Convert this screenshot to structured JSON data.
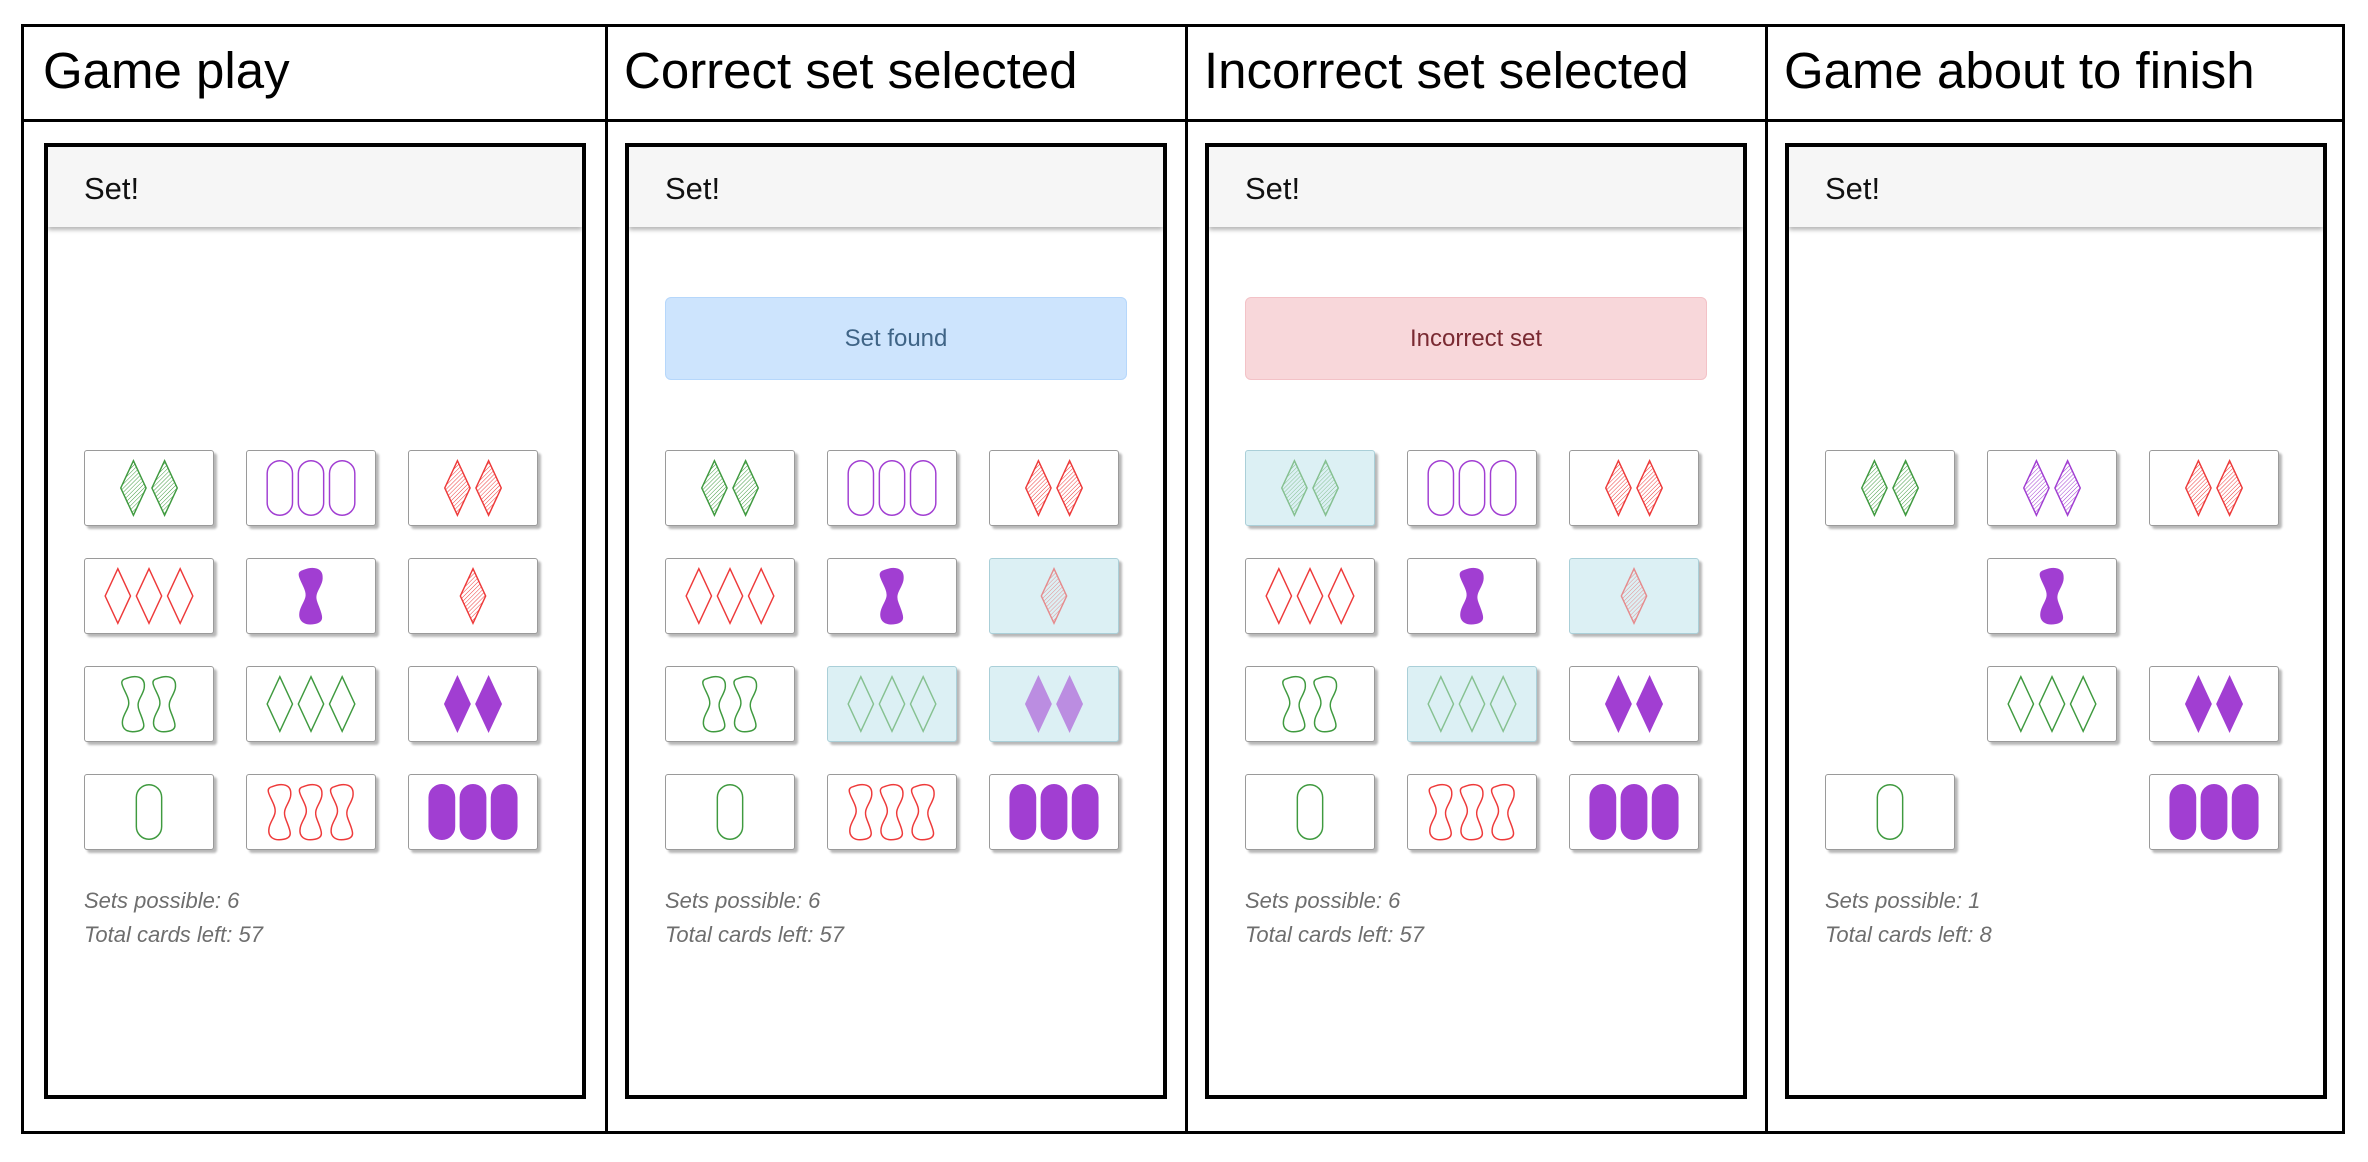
{
  "colors": {
    "green": "#3f9a3f",
    "red": "#ee3a3a",
    "purple": "#a13ed2"
  },
  "panels": [
    {
      "caption": "Game play",
      "app_title": "Set!",
      "alert": null,
      "cards": [
        {
          "count": 2,
          "shape": "diamond",
          "color": "green",
          "fill": "striped",
          "selected": false
        },
        {
          "count": 3,
          "shape": "oval",
          "color": "purple",
          "fill": "empty",
          "selected": false
        },
        {
          "count": 2,
          "shape": "diamond",
          "color": "red",
          "fill": "striped",
          "selected": false
        },
        {
          "count": 3,
          "shape": "diamond",
          "color": "red",
          "fill": "empty",
          "selected": false
        },
        {
          "count": 1,
          "shape": "squiggle",
          "color": "purple",
          "fill": "solid",
          "selected": false
        },
        {
          "count": 1,
          "shape": "diamond",
          "color": "red",
          "fill": "striped",
          "selected": false
        },
        {
          "count": 2,
          "shape": "squiggle",
          "color": "green",
          "fill": "empty",
          "selected": false
        },
        {
          "count": 3,
          "shape": "diamond",
          "color": "green",
          "fill": "empty",
          "selected": false
        },
        {
          "count": 2,
          "shape": "diamond",
          "color": "purple",
          "fill": "solid",
          "selected": false
        },
        {
          "count": 1,
          "shape": "oval",
          "color": "green",
          "fill": "empty",
          "selected": false
        },
        {
          "count": 3,
          "shape": "squiggle",
          "color": "red",
          "fill": "empty",
          "selected": false
        },
        {
          "count": 3,
          "shape": "oval",
          "color": "purple",
          "fill": "solid",
          "selected": false
        }
      ],
      "sets_possible": "Sets possible: 6",
      "cards_left": "Total cards left: 57"
    },
    {
      "caption": "Correct set selected",
      "app_title": "Set!",
      "alert": {
        "type": "success",
        "text": "Set found"
      },
      "cards": [
        {
          "count": 2,
          "shape": "diamond",
          "color": "green",
          "fill": "striped",
          "selected": false
        },
        {
          "count": 3,
          "shape": "oval",
          "color": "purple",
          "fill": "empty",
          "selected": false
        },
        {
          "count": 2,
          "shape": "diamond",
          "color": "red",
          "fill": "striped",
          "selected": false
        },
        {
          "count": 3,
          "shape": "diamond",
          "color": "red",
          "fill": "empty",
          "selected": false
        },
        {
          "count": 1,
          "shape": "squiggle",
          "color": "purple",
          "fill": "solid",
          "selected": false
        },
        {
          "count": 1,
          "shape": "diamond",
          "color": "red",
          "fill": "striped",
          "selected": true
        },
        {
          "count": 2,
          "shape": "squiggle",
          "color": "green",
          "fill": "empty",
          "selected": false
        },
        {
          "count": 3,
          "shape": "diamond",
          "color": "green",
          "fill": "empty",
          "selected": true
        },
        {
          "count": 2,
          "shape": "diamond",
          "color": "purple",
          "fill": "solid",
          "selected": true
        },
        {
          "count": 1,
          "shape": "oval",
          "color": "green",
          "fill": "empty",
          "selected": false
        },
        {
          "count": 3,
          "shape": "squiggle",
          "color": "red",
          "fill": "empty",
          "selected": false
        },
        {
          "count": 3,
          "shape": "oval",
          "color": "purple",
          "fill": "solid",
          "selected": false
        }
      ],
      "sets_possible": "Sets possible: 6",
      "cards_left": "Total cards left: 57"
    },
    {
      "caption": "Incorrect set selected",
      "app_title": "Set!",
      "alert": {
        "type": "error",
        "text": "Incorrect set"
      },
      "cards": [
        {
          "count": 2,
          "shape": "diamond",
          "color": "green",
          "fill": "striped",
          "selected": true
        },
        {
          "count": 3,
          "shape": "oval",
          "color": "purple",
          "fill": "empty",
          "selected": false
        },
        {
          "count": 2,
          "shape": "diamond",
          "color": "red",
          "fill": "striped",
          "selected": false
        },
        {
          "count": 3,
          "shape": "diamond",
          "color": "red",
          "fill": "empty",
          "selected": false
        },
        {
          "count": 1,
          "shape": "squiggle",
          "color": "purple",
          "fill": "solid",
          "selected": false
        },
        {
          "count": 1,
          "shape": "diamond",
          "color": "red",
          "fill": "striped",
          "selected": true
        },
        {
          "count": 2,
          "shape": "squiggle",
          "color": "green",
          "fill": "empty",
          "selected": false
        },
        {
          "count": 3,
          "shape": "diamond",
          "color": "green",
          "fill": "empty",
          "selected": true
        },
        {
          "count": 2,
          "shape": "diamond",
          "color": "purple",
          "fill": "solid",
          "selected": false
        },
        {
          "count": 1,
          "shape": "oval",
          "color": "green",
          "fill": "empty",
          "selected": false
        },
        {
          "count": 3,
          "shape": "squiggle",
          "color": "red",
          "fill": "empty",
          "selected": false
        },
        {
          "count": 3,
          "shape": "oval",
          "color": "purple",
          "fill": "solid",
          "selected": false
        }
      ],
      "sets_possible": "Sets possible: 6",
      "cards_left": "Total cards left: 57"
    },
    {
      "caption": "Game about to finish",
      "app_title": "Set!",
      "alert": null,
      "cards": [
        {
          "count": 2,
          "shape": "diamond",
          "color": "green",
          "fill": "striped",
          "selected": false
        },
        {
          "count": 2,
          "shape": "diamond",
          "color": "purple",
          "fill": "striped",
          "selected": false
        },
        {
          "count": 2,
          "shape": "diamond",
          "color": "red",
          "fill": "striped",
          "selected": false
        },
        null,
        {
          "count": 1,
          "shape": "squiggle",
          "color": "purple",
          "fill": "solid",
          "selected": false
        },
        null,
        null,
        {
          "count": 3,
          "shape": "diamond",
          "color": "green",
          "fill": "empty",
          "selected": false
        },
        {
          "count": 2,
          "shape": "diamond",
          "color": "purple",
          "fill": "solid",
          "selected": false
        },
        {
          "count": 1,
          "shape": "oval",
          "color": "green",
          "fill": "empty",
          "selected": false
        },
        null,
        {
          "count": 3,
          "shape": "oval",
          "color": "purple",
          "fill": "solid",
          "selected": false
        }
      ],
      "sets_possible": "Sets possible: 1",
      "cards_left": "Total cards left: 8"
    }
  ]
}
